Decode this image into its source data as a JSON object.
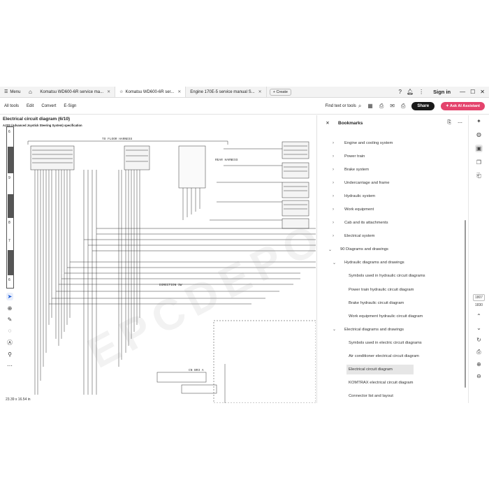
{
  "tabbar": {
    "menu_label": "Menu",
    "tabs": [
      {
        "label": "Komatsu WD600-6R service ma...",
        "active": false
      },
      {
        "label": "Komatsu WD600-6R ser...",
        "active": true
      },
      {
        "label": "Engine 170E-5 service manual S...",
        "active": false
      }
    ],
    "create_label": "Create",
    "signin_label": "Sign in"
  },
  "toolbar": {
    "tools": [
      "All tools",
      "Edit",
      "Convert",
      "E-Sign"
    ],
    "find_label": "Find text or tools",
    "share_label": "Share",
    "ai_label": "Ask AI Assistant"
  },
  "document": {
    "title": "Electrical circuit diagram (6/10)",
    "subtitle": "AJSS (Advanced Joystick Steering System) specification",
    "ruler_numbers": [
      "6",
      "9",
      "8",
      "7",
      "6"
    ],
    "diagram_labels": {
      "to_floor_harness": "TO FLOOR HARNESS",
      "rear_harness": "REAR HARNESS",
      "connector_mid": "DIRECTION SW",
      "lower": "CN BR3 A"
    },
    "dimensions": "23.39 x 16.54 in",
    "watermark": "EPCDEPOT.COM"
  },
  "bookmarks": {
    "title": "Bookmarks",
    "items": [
      {
        "label": "Engine and cooling system",
        "level": 1,
        "expanded": false,
        "highlight": false
      },
      {
        "label": "Power train",
        "level": 1,
        "expanded": false,
        "highlight": false
      },
      {
        "label": "Brake system",
        "level": 1,
        "expanded": false,
        "highlight": false
      },
      {
        "label": "Undercarriage and frame",
        "level": 1,
        "expanded": false,
        "highlight": false
      },
      {
        "label": "Hydraulic system",
        "level": 1,
        "expanded": false,
        "highlight": false
      },
      {
        "label": "Work equipment",
        "level": 1,
        "expanded": false,
        "highlight": false
      },
      {
        "label": "Cab and its attachments",
        "level": 1,
        "expanded": false,
        "highlight": false
      },
      {
        "label": "Electrical system",
        "level": 1,
        "expanded": false,
        "highlight": false
      },
      {
        "label": "90 Diagrams and drawings",
        "level": 0,
        "expanded": true,
        "highlight": false
      },
      {
        "label": "Hydraulic diagrams and drawings",
        "level": 1,
        "expanded": true,
        "highlight": false
      },
      {
        "label": "Symbols used in hydraulic circuit diagrams",
        "level": 2,
        "expanded": null,
        "highlight": false
      },
      {
        "label": "Power train hydraulic circuit diagram",
        "level": 2,
        "expanded": null,
        "highlight": false
      },
      {
        "label": "Brake hydraulic circuit diagram",
        "level": 2,
        "expanded": null,
        "highlight": false
      },
      {
        "label": "Work equipment hydraulic circuit diagram",
        "level": 2,
        "expanded": null,
        "highlight": false
      },
      {
        "label": "Electrical diagrams and drawings",
        "level": 1,
        "expanded": true,
        "highlight": false
      },
      {
        "label": "Symbols used in electric circuit diagrams",
        "level": 2,
        "expanded": null,
        "highlight": false
      },
      {
        "label": "Air conditioner electrical circuit diagram",
        "level": 2,
        "expanded": null,
        "highlight": false
      },
      {
        "label": "Electrical circuit diagram",
        "level": 2,
        "expanded": null,
        "highlight": true
      },
      {
        "label": "KOMTRAX electrical circuit diagram",
        "level": 2,
        "expanded": null,
        "highlight": false
      },
      {
        "label": "Connector list and layout",
        "level": 2,
        "expanded": null,
        "highlight": false
      }
    ]
  },
  "rail": {
    "page_current": "1807",
    "page_total": "1830"
  },
  "colors": {
    "accent_ai": "#e4436c",
    "share_bg": "#1a1a1a",
    "highlight_row": "#e6e6e6"
  }
}
